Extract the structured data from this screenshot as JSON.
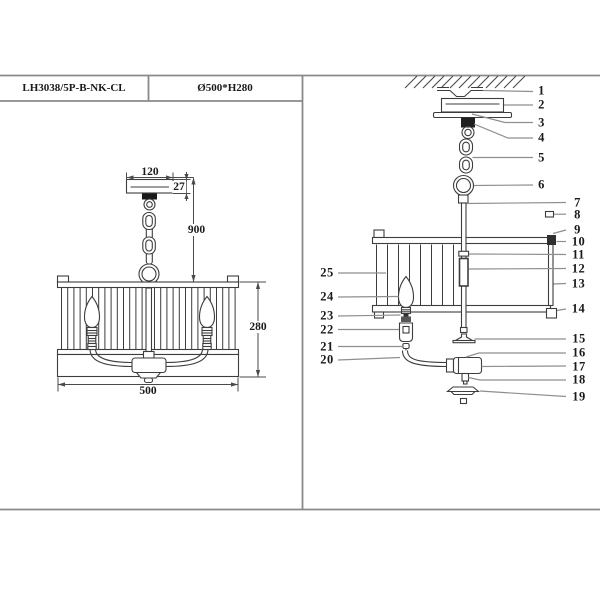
{
  "title_block": {
    "model": "LH3038/5P-B-NK-CL",
    "size": "Ø500*H280"
  },
  "front_view": {
    "dim_canopy_width": "120",
    "dim_canopy_height": "27",
    "dim_chain_drop": "900",
    "dim_shade_height": "280",
    "dim_shade_diameter": "500"
  },
  "exploded_view": {
    "part_numbers": [
      "1",
      "2",
      "3",
      "4",
      "5",
      "6",
      "7",
      "8",
      "9",
      "10",
      "11",
      "12",
      "13",
      "14",
      "15",
      "16",
      "17",
      "18",
      "19",
      "20",
      "21",
      "22",
      "23",
      "24",
      "25"
    ]
  },
  "colors": {
    "line": "#3d3d3d",
    "frame": "#8a8a8a",
    "leader": "#8f8f8f",
    "text": "#1a1a1a",
    "solid_fill": "#1f1f1f"
  }
}
